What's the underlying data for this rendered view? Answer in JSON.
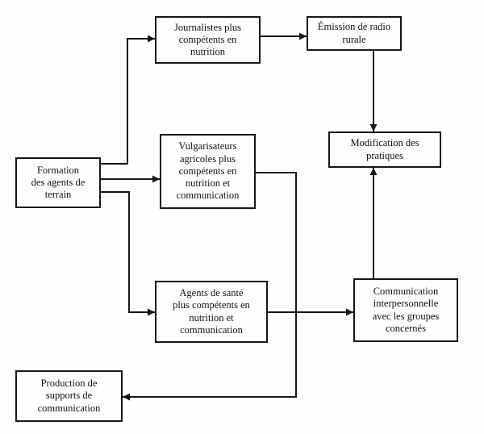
{
  "diagram": {
    "type": "flowchart",
    "language": "fr",
    "nodes": {
      "formation": {
        "label": "Formation\ndes agents de\nterrain"
      },
      "journalistes": {
        "label": "Journalistes plus\ncompétents en\nnutrition"
      },
      "emission_radio": {
        "label": "Émission de radio\nrurale"
      },
      "vulgarisateurs": {
        "label": "Vulgarisateurs\nagricoles plus\ncompétents en\nnutrition et\ncommunication"
      },
      "modification_pratiques": {
        "label": "Modification des\npratiques"
      },
      "agents_sante": {
        "label": "Agents de santé\nplus compétents en\nnutrition et\ncommunication"
      },
      "communication_interpersonnelle": {
        "label": "Communication\ninterpersonnelle\navec les groupes\nconcernés"
      },
      "production_supports": {
        "label": "Production de\nsupports de\ncommunication"
      }
    },
    "edges": [
      {
        "from": "formation",
        "to": "journalistes"
      },
      {
        "from": "formation",
        "to": "vulgarisateurs"
      },
      {
        "from": "formation",
        "to": "agents_sante"
      },
      {
        "from": "journalistes",
        "to": "emission_radio"
      },
      {
        "from": "emission_radio",
        "to": "modification_pratiques"
      },
      {
        "from": "communication_interpersonnelle",
        "to": "modification_pratiques"
      },
      {
        "from": "agents_sante",
        "to": "communication_interpersonnelle"
      },
      {
        "from": "vulgarisateurs",
        "to": "production_supports"
      }
    ],
    "colors": {
      "ink": "#161616",
      "background": "#fffefd"
    }
  }
}
